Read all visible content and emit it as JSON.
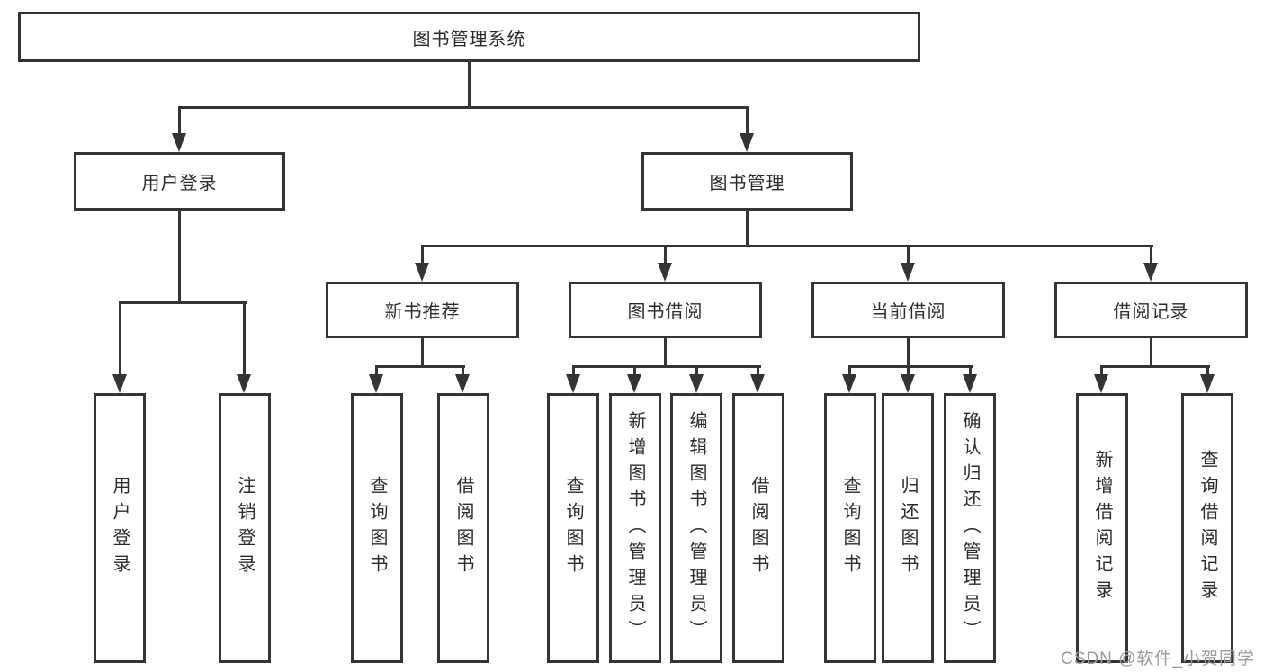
{
  "tree": {
    "root": {
      "label": "图书管理系统",
      "children": [
        {
          "label": "用户登录",
          "children": [
            {
              "label": "用户登录"
            },
            {
              "label": "注销登录"
            }
          ]
        },
        {
          "label": "图书管理",
          "children": [
            {
              "label": "新书推荐",
              "children": [
                {
                  "label": "查询图书"
                },
                {
                  "label": "借阅图书"
                }
              ]
            },
            {
              "label": "图书借阅",
              "children": [
                {
                  "label": "查询图书"
                },
                {
                  "label": "新增图书（管理员）"
                },
                {
                  "label": "编辑图书（管理员）"
                },
                {
                  "label": "借阅图书"
                }
              ]
            },
            {
              "label": "当前借阅",
              "children": [
                {
                  "label": "查询图书"
                },
                {
                  "label": "归还图书"
                },
                {
                  "label": "确认归还（管理员）"
                }
              ]
            },
            {
              "label": "借阅记录",
              "children": [
                {
                  "label": "新增借阅记录"
                },
                {
                  "label": "查询借阅记录"
                }
              ]
            }
          ]
        }
      ]
    }
  },
  "watermark": {
    "text": "CSDN @软件_小贺同学"
  },
  "colors": {
    "line": "#343434",
    "text": "#2b2b2b",
    "watermark": "#9c9c9c",
    "background": "#ffffff"
  }
}
